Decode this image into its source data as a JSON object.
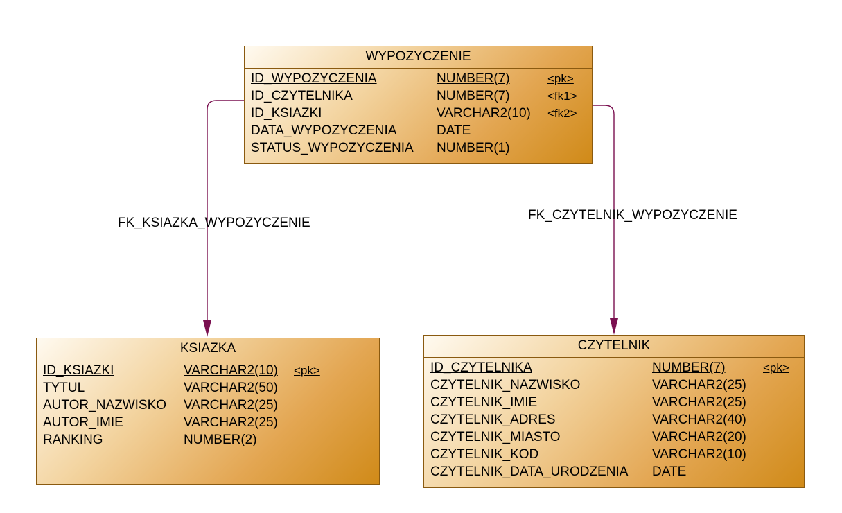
{
  "entities": {
    "wypozyczenie": {
      "title": "WYPOZYCZENIE",
      "columns": [
        {
          "name": "ID_WYPOZYCZENIA",
          "type": "NUMBER(7)",
          "key": "<pk>"
        },
        {
          "name": "ID_CZYTELNIKA",
          "type": "NUMBER(7)",
          "key": "<fk1>"
        },
        {
          "name": "ID_KSIAZKI",
          "type": "VARCHAR2(10)",
          "key": "<fk2>"
        },
        {
          "name": "DATA_WYPOZYCZENIA",
          "type": "DATE",
          "key": ""
        },
        {
          "name": "STATUS_WYPOZYCZENIA",
          "type": "NUMBER(1)",
          "key": ""
        }
      ]
    },
    "ksiazka": {
      "title": "KSIAZKA",
      "columns": [
        {
          "name": "ID_KSIAZKI",
          "type": "VARCHAR2(10)",
          "key": "<pk>"
        },
        {
          "name": "TYTUL",
          "type": "VARCHAR2(50)",
          "key": ""
        },
        {
          "name": "AUTOR_NAZWISKO",
          "type": "VARCHAR2(25)",
          "key": ""
        },
        {
          "name": "AUTOR_IMIE",
          "type": "VARCHAR2(25)",
          "key": ""
        },
        {
          "name": "RANKING",
          "type": "NUMBER(2)",
          "key": ""
        }
      ]
    },
    "czytelnik": {
      "title": "CZYTELNIK",
      "columns": [
        {
          "name": "ID_CZYTELNIKA",
          "type": "NUMBER(7)",
          "key": "<pk>"
        },
        {
          "name": "CZYTELNIK_NAZWISKO",
          "type": "VARCHAR2(25)",
          "key": ""
        },
        {
          "name": "CZYTELNIK_IMIE",
          "type": "VARCHAR2(25)",
          "key": ""
        },
        {
          "name": "CZYTELNIK_ADRES",
          "type": "VARCHAR2(40)",
          "key": ""
        },
        {
          "name": "CZYTELNIK_MIASTO",
          "type": "VARCHAR2(20)",
          "key": ""
        },
        {
          "name": "CZYTELNIK_KOD",
          "type": "VARCHAR2(10)",
          "key": ""
        },
        {
          "name": "CZYTELNIK_DATA_URODZENIA",
          "type": "DATE",
          "key": ""
        }
      ]
    }
  },
  "relationships": {
    "ksiazka": {
      "label": "FK_KSIAZKA_WYPOZYCZENIE"
    },
    "czytelnik": {
      "label": "FK_CZYTELNIK_WYPOZYCZENIE"
    }
  },
  "colors": {
    "link": "#7a1050",
    "border": "#8a5a10",
    "fill_dark": "#d08a18",
    "fill_light": "#fffaf0"
  }
}
